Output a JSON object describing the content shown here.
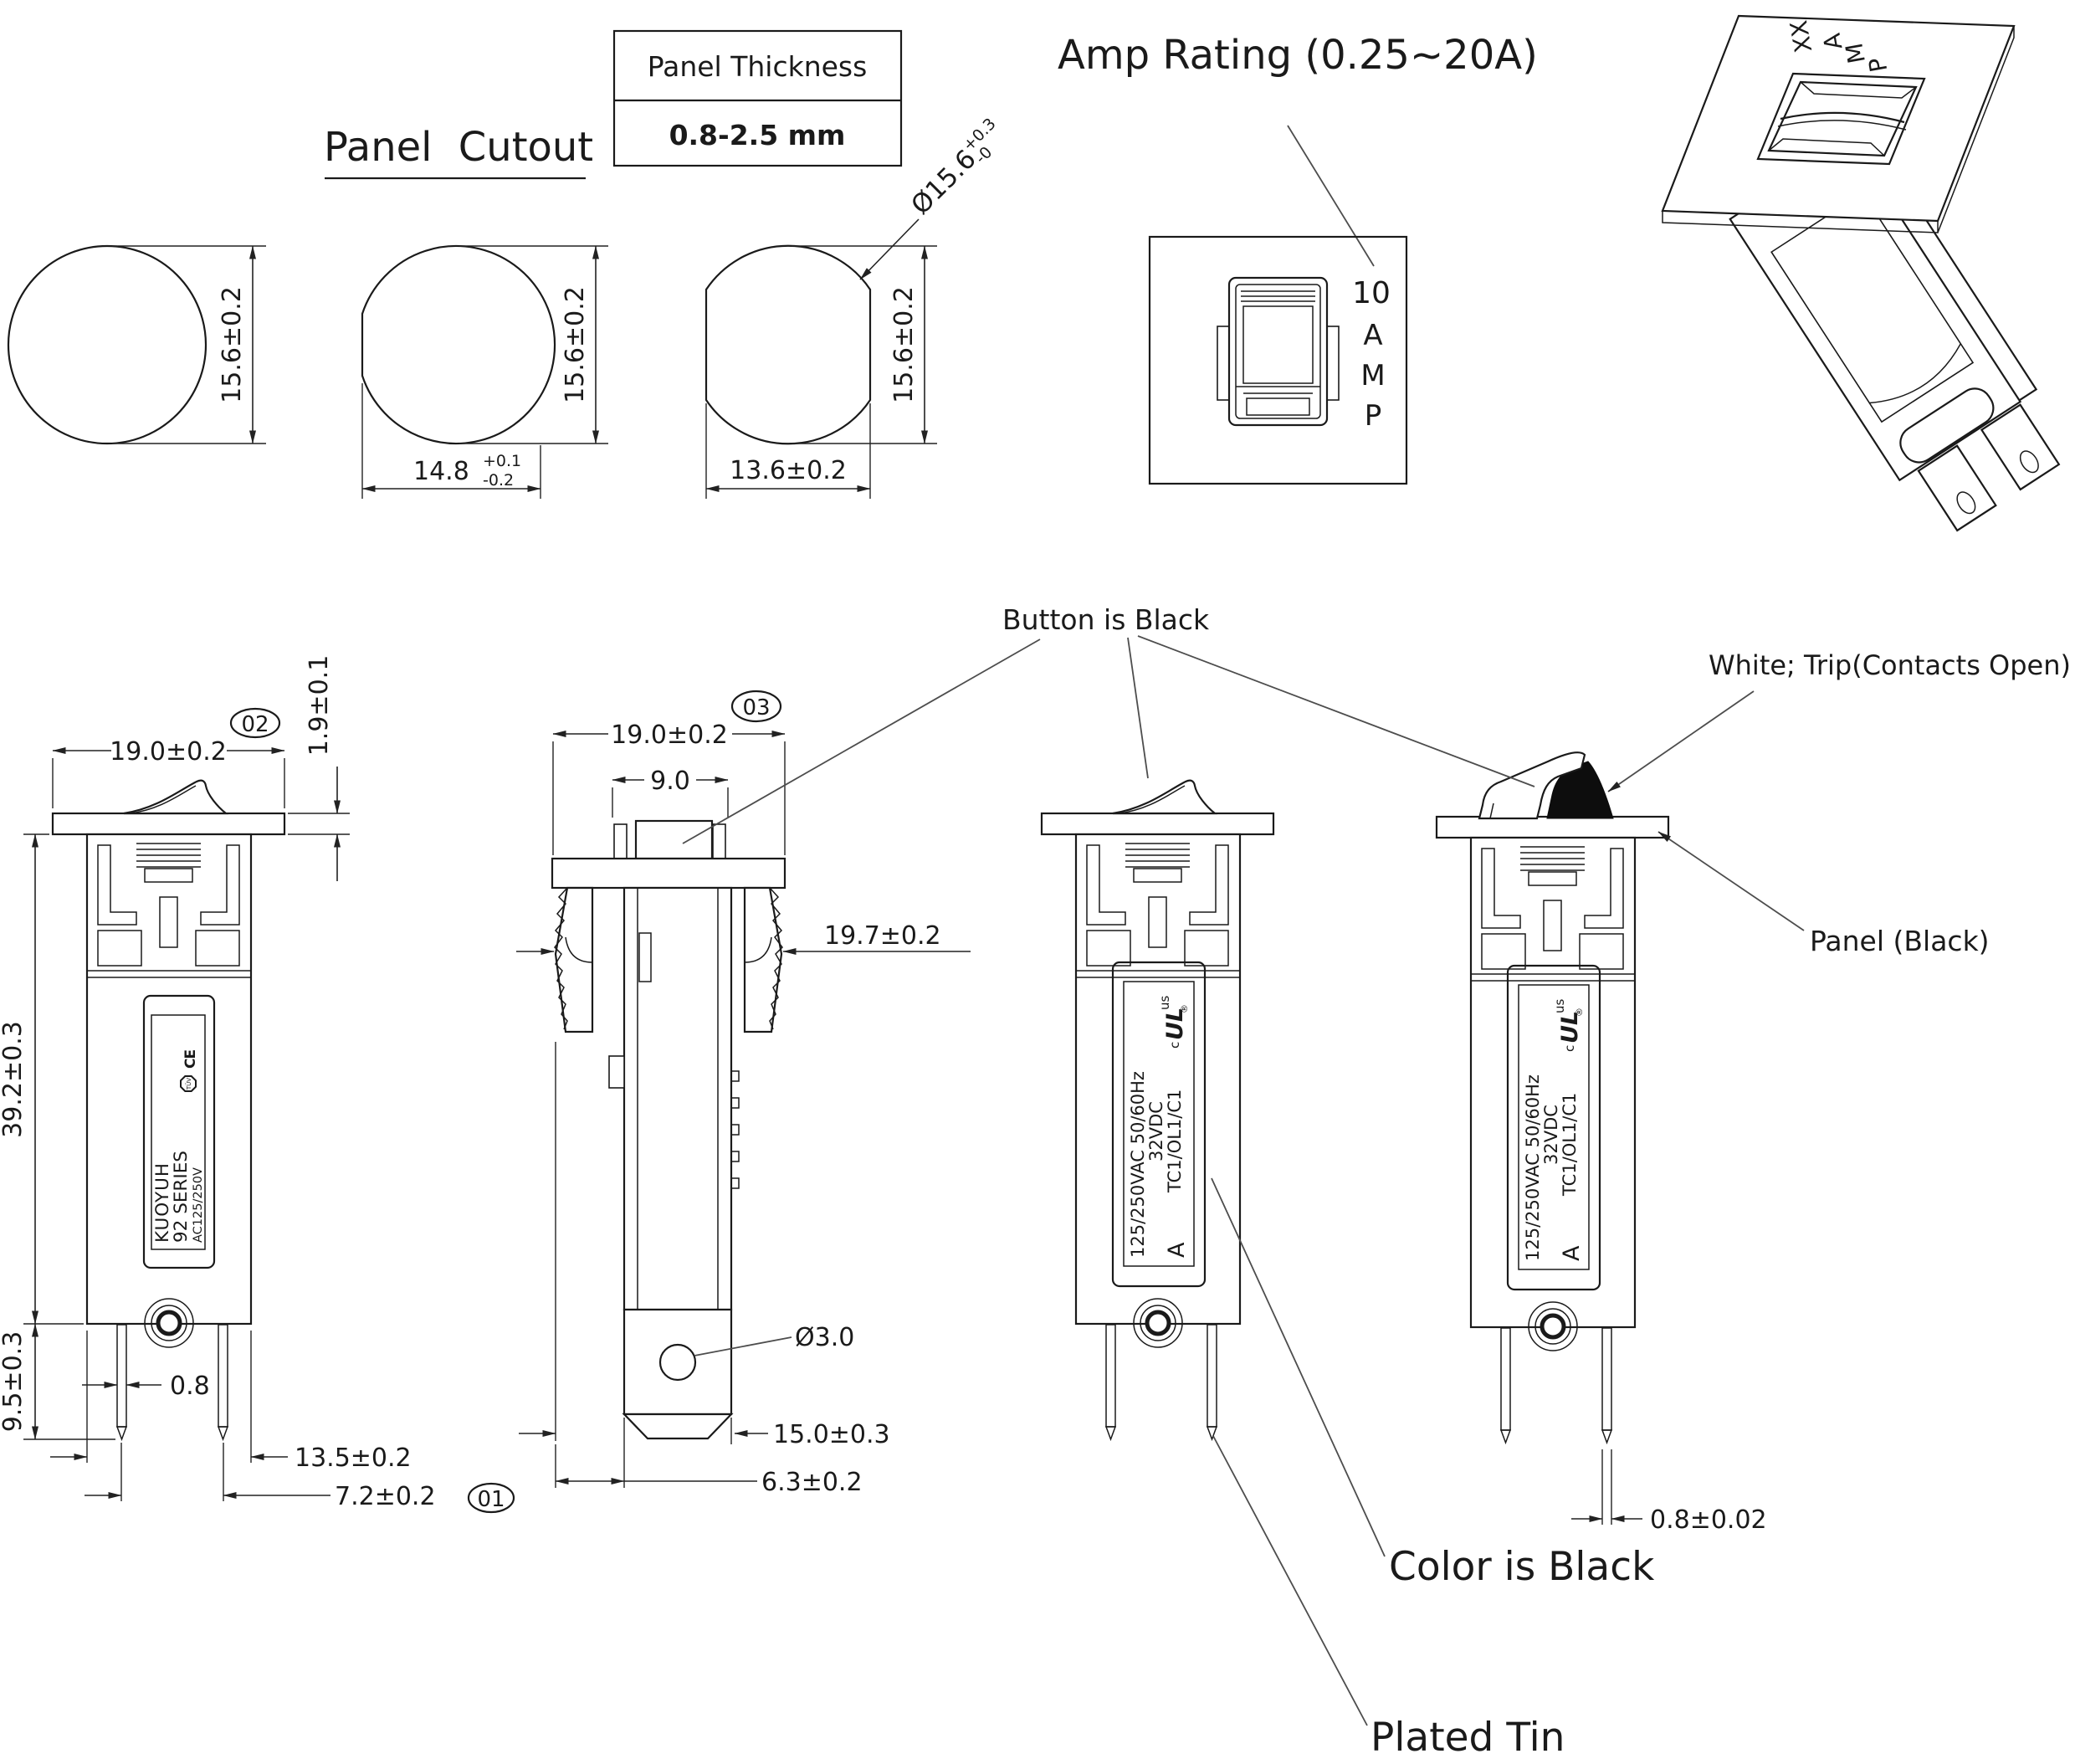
{
  "titles": {
    "panel_cutout": "Panel Cutout",
    "amp_rating": "Amp Rating (0.25~20A)"
  },
  "panel_thickness_table": {
    "header": "Panel Thickness",
    "value": "0.8-2.5 mm"
  },
  "cutout_dims": {
    "height": "15.6±0.2",
    "width_single_flat": "14.8",
    "width_single_flat_tol_upper": "+0.1",
    "width_single_flat_tol_lower": "-0.2",
    "width_double_flat": "13.6±0.2",
    "diameter": "Ø15.6",
    "diameter_tol_upper": "+0.3",
    "diameter_tol_lower": "-0"
  },
  "amp_box": {
    "value": "10",
    "letters": [
      "A",
      "M",
      "P"
    ]
  },
  "iso_marking": [
    "XX",
    "A",
    "M",
    "P"
  ],
  "balloons": {
    "b01": "01",
    "b02": "02",
    "b03": "03"
  },
  "front_dims": {
    "width": "19.0±0.2",
    "flange_thickness": "1.9±0.1",
    "body_height": "39.2±0.3",
    "pin_length": "9.5±0.3",
    "pin_thickness": "0.8",
    "body_width": "13.5±0.2",
    "pin_spacing": "7.2±0.2"
  },
  "side_dims": {
    "width": "19.0±0.2",
    "button_width": "9.0",
    "snap_width": "19.7±0.2",
    "hole_diameter": "Ø3.0",
    "depth": "15.0±0.3",
    "tab_width": "6.3±0.2"
  },
  "view4_dims": {
    "pin_thickness": "0.8±0.02"
  },
  "brand_label": {
    "brand": "KUOYUH",
    "series": "92 SERIES",
    "rating": "AC125/250V",
    "tuv_text": "TÜV",
    "ce_text": "CE"
  },
  "rating_label": {
    "line1": "125/250VAC 50/60Hz",
    "line2": "32VDC",
    "line3": "TC1/OL1/C1",
    "amp_letter": "A",
    "ul_c": "c",
    "ul_main": "UL",
    "ul_us": "us",
    "ul_reg": "®"
  },
  "annotations": {
    "button_is_black": "Button is Black",
    "white_trip": "White; Trip(Contacts Open)",
    "panel_black": "Panel (Black)",
    "color_is_black": "Color is Black",
    "plated_tin": "Plated Tin"
  }
}
